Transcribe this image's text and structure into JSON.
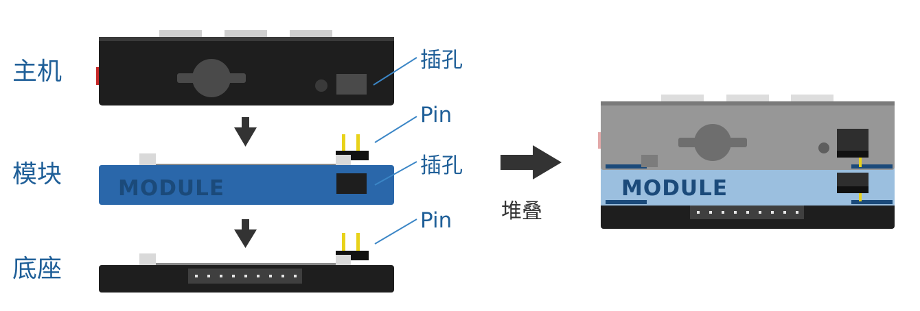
{
  "left_labels": {
    "host": "主机",
    "module": "模块",
    "base": "底座"
  },
  "callouts": {
    "host_socket": "插孔",
    "module_pin": "Pin",
    "module_socket": "插孔",
    "base_pin": "Pin"
  },
  "module_text": "MODULE",
  "stacked_module_text": "MODULE",
  "stack_arrow_label": "堆叠",
  "colors": {
    "label_blue": "#1f5f98",
    "module_blue": "#2a67aa",
    "module_text_dark": "#1b4a7a",
    "stacked_light_blue": "#9bbfdf",
    "pin_yellow": "#e8d21a",
    "dark_body": "#1e1e1e"
  }
}
